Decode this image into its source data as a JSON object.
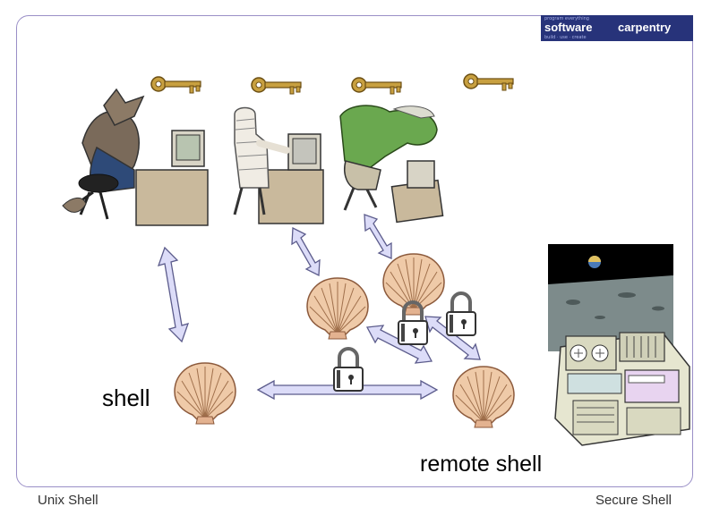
{
  "logo": {
    "tagline_1": "program everything",
    "word_1": "software",
    "word_2": "carpentry",
    "tagline_2": "build · use · create"
  },
  "labels": {
    "shell": "shell",
    "remote_shell": "remote shell"
  },
  "footer": {
    "left": "Unix Shell",
    "right": "Secure Shell"
  },
  "colors": {
    "frame": "#9a8fc7",
    "arrow_fill": "#dcdcf8",
    "arrow_stroke": "#5c5c8c",
    "shell_fill": "#efcaa8",
    "shell_stroke": "#8c5a3c",
    "key": "#c8a040",
    "lock": "#666666",
    "logo_bg": "#27337a"
  },
  "icons": {
    "keys": [
      "key-icon",
      "key-icon",
      "key-icon",
      "key-icon"
    ],
    "users": [
      "werewolf-user-icon",
      "mummy-user-icon",
      "monster-user-icon"
    ],
    "shells": [
      "shell-icon",
      "shell-icon",
      "shell-icon",
      "shell-icon"
    ],
    "locks": [
      "padlock-icon",
      "padlock-icon",
      "padlock-icon"
    ],
    "server": "moon-base-computer-icon"
  }
}
